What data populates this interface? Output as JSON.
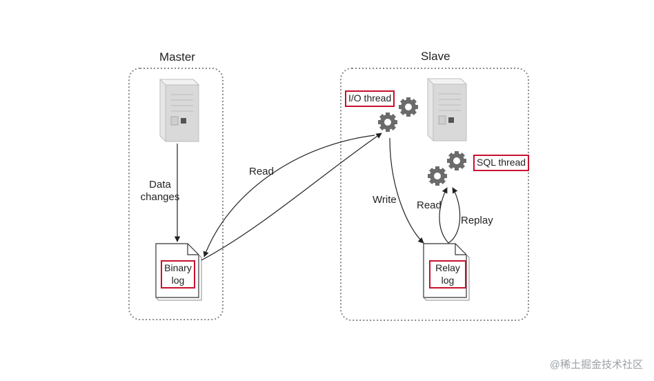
{
  "master": {
    "title": "Master",
    "data_changes_line1": "Data",
    "data_changes_line2": "changes",
    "binary_log_line1": "Binary",
    "binary_log_line2": "log"
  },
  "slave": {
    "title": "Slave",
    "io_thread": "I/O thread",
    "sql_thread": "SQL thread",
    "relay_log_line1": "Relay",
    "relay_log_line2": "log",
    "write": "Write",
    "read": "Read",
    "replay": "Replay"
  },
  "edges": {
    "read": "Read"
  },
  "colors": {
    "highlight": "#c8102e",
    "gear": "#6b6b6b",
    "server": "#d9d9d9",
    "border": "#999999"
  },
  "watermark": "@稀土掘金技术社区"
}
